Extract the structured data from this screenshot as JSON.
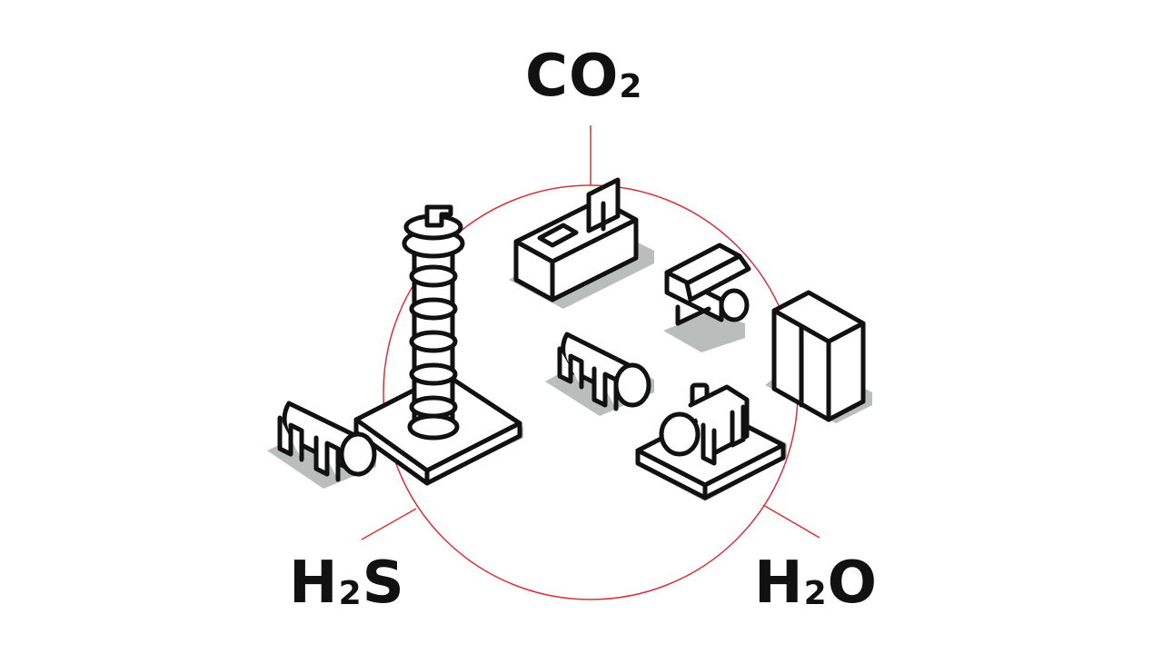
{
  "labels": {
    "co2": {
      "base": "CO",
      "sub": "2"
    },
    "h2s": {
      "pre": "H",
      "sub": "2",
      "post": "S"
    },
    "h2o": {
      "pre": "H",
      "sub": "2",
      "post": "O"
    }
  },
  "colors": {
    "ring": "#d6323c",
    "ink": "#111111",
    "shadow": "#b9bdbb",
    "background": "#ffffff"
  }
}
